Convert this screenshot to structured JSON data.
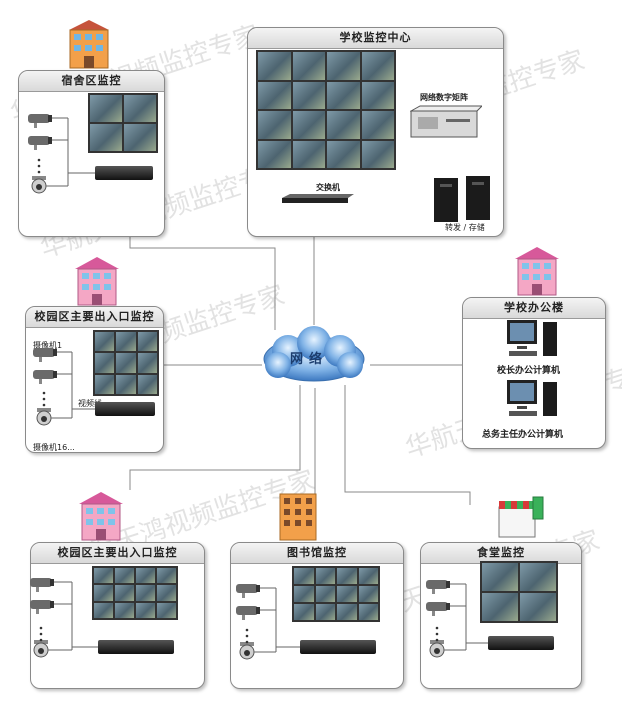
{
  "center": {
    "title": "学校监控中心",
    "matrix": "网络数字矩阵",
    "switch": "交换机",
    "storage": "转发 / 存储"
  },
  "dorm": {
    "title": "宿舍区监控"
  },
  "gate1": {
    "title": "校园区主要出入口监控",
    "cam1": "摄像机1",
    "cable": "视频线",
    "camN": "摄像机16..."
  },
  "office": {
    "title": "学校办公楼",
    "pc1": "校长办公计算机",
    "pc2": "总务主任办公计算机"
  },
  "gate2": {
    "title": "校园区主要出入口监控"
  },
  "library": {
    "title": "图书馆监控"
  },
  "canteen": {
    "title": "食堂监控"
  },
  "network": {
    "label": "网络"
  },
  "watermark": {
    "text": "华航天鸿视频监控专家"
  },
  "colors": {
    "line": "#8a8a8a",
    "cloud": "#4f8fd6",
    "building_pink": "#f4a7c5",
    "building_orange": "#f2a04a"
  }
}
